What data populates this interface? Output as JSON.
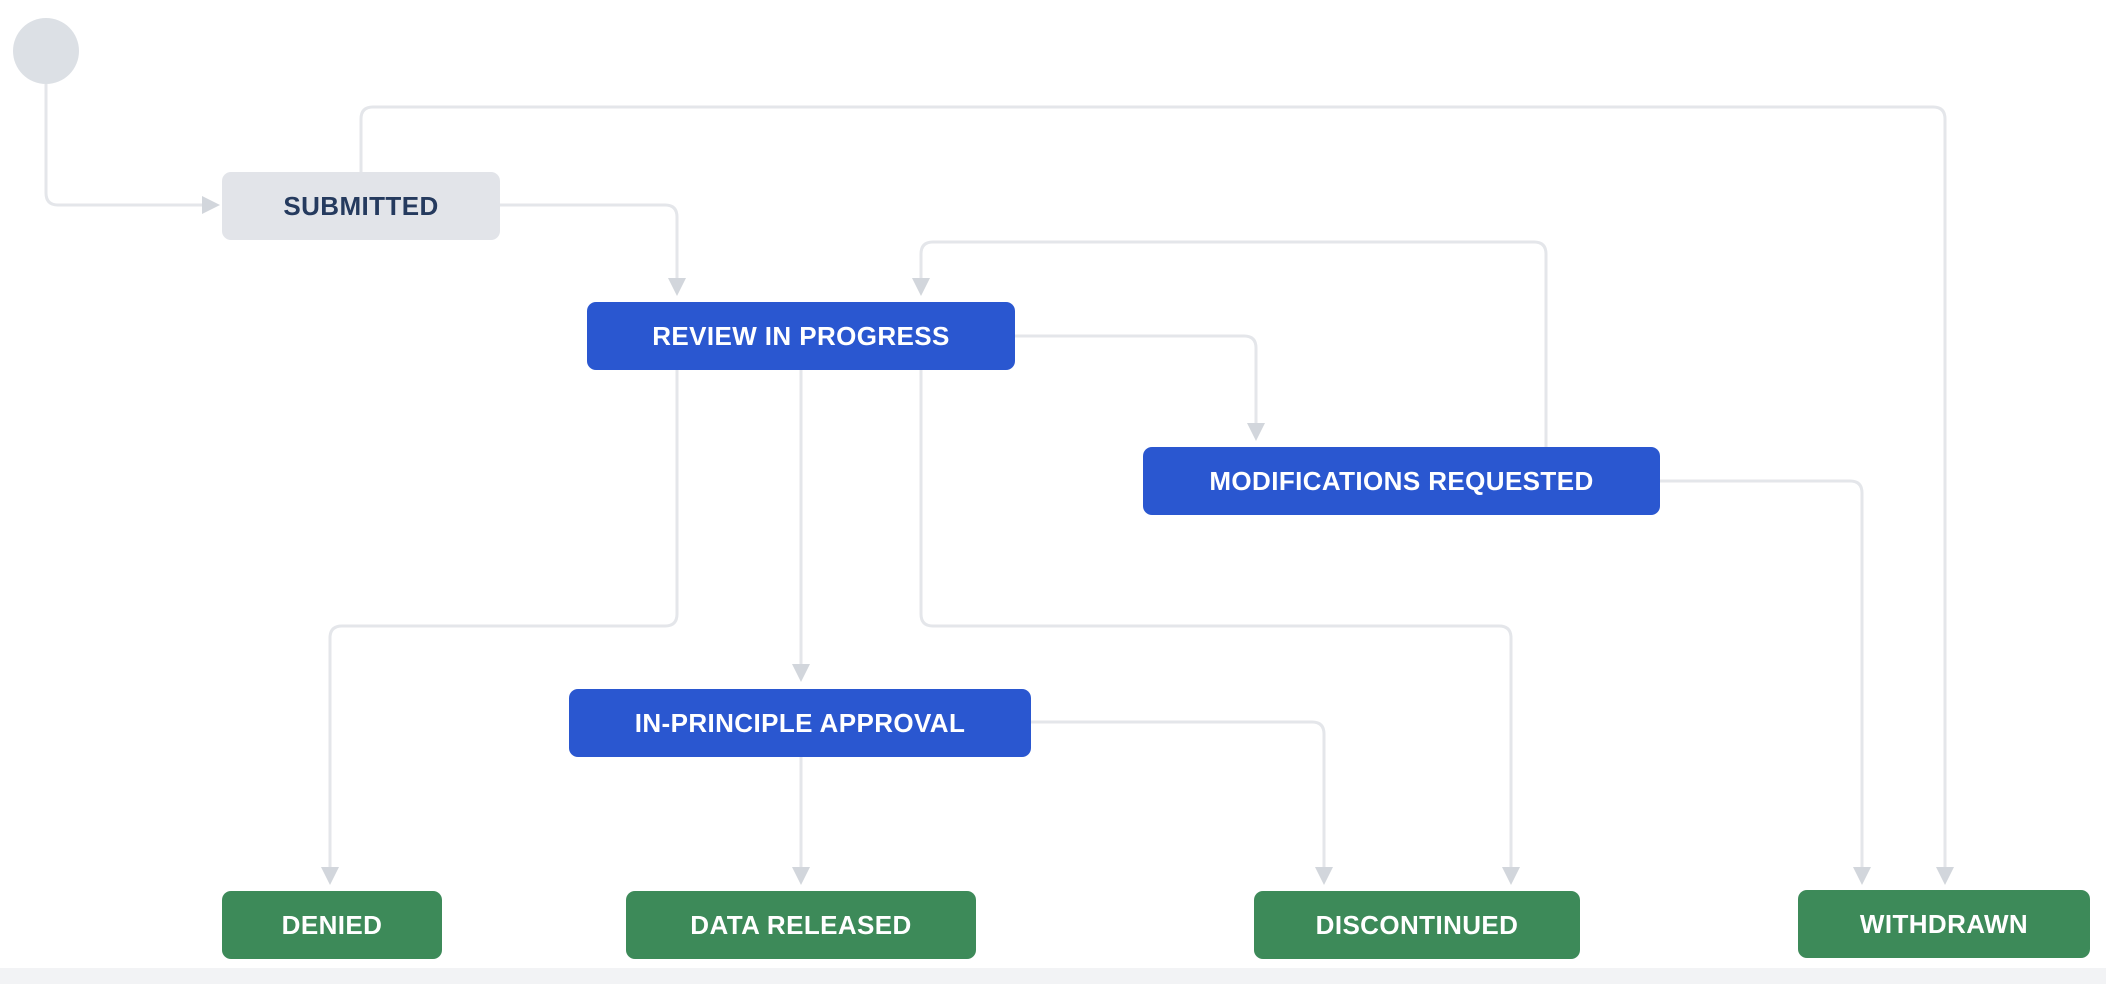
{
  "workflow": {
    "nodes": {
      "start": {
        "label": "",
        "category": "start"
      },
      "submitted": {
        "label": "SUBMITTED",
        "category": "todo"
      },
      "review_in_progress": {
        "label": "REVIEW IN PROGRESS",
        "category": "in_progress"
      },
      "modifications_requested": {
        "label": "MODIFICATIONS REQUESTED",
        "category": "in_progress"
      },
      "in_principle_approval": {
        "label": "IN-PRINCIPLE APPROVAL",
        "category": "in_progress"
      },
      "denied": {
        "label": "DENIED",
        "category": "done"
      },
      "data_released": {
        "label": "DATA RELEASED",
        "category": "done"
      },
      "discontinued": {
        "label": "DISCONTINUED",
        "category": "done"
      },
      "withdrawn": {
        "label": "WITHDRAWN",
        "category": "done"
      }
    },
    "transitions": [
      {
        "from": "start",
        "to": "submitted"
      },
      {
        "from": "submitted",
        "to": "review_in_progress"
      },
      {
        "from": "submitted",
        "to": "withdrawn"
      },
      {
        "from": "review_in_progress",
        "to": "modifications_requested"
      },
      {
        "from": "modifications_requested",
        "to": "review_in_progress"
      },
      {
        "from": "review_in_progress",
        "to": "denied"
      },
      {
        "from": "review_in_progress",
        "to": "in_principle_approval"
      },
      {
        "from": "review_in_progress",
        "to": "discontinued"
      },
      {
        "from": "modifications_requested",
        "to": "withdrawn"
      },
      {
        "from": "in_principle_approval",
        "to": "data_released"
      },
      {
        "from": "in_principle_approval",
        "to": "discontinued"
      }
    ],
    "colors": {
      "in_progress": "#2A57D0",
      "done": "#3D8A59",
      "todo_bg": "#E2E4E9",
      "todo_text": "#253A5E",
      "connector": "#E4E6EA",
      "arrowhead": "#D2D6DC",
      "start_node": "#DCE0E5",
      "canvas": "#FFFFFF",
      "bottom_strip": "#F2F3F5"
    }
  }
}
